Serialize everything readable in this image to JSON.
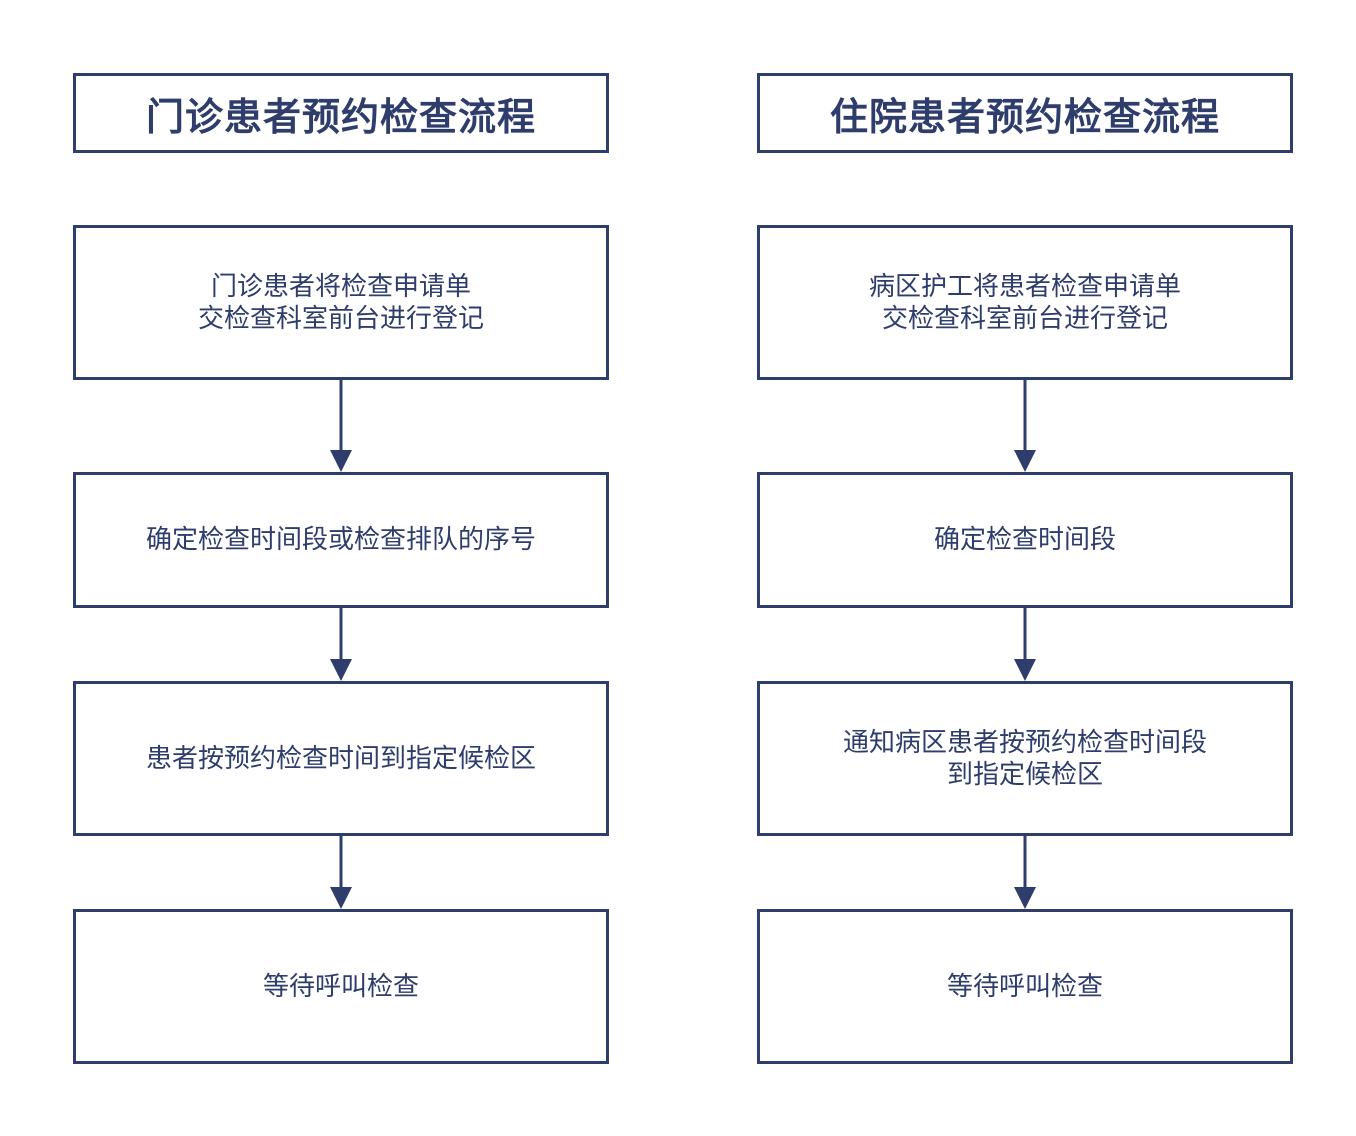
{
  "colors": {
    "stroke": "#2e3d6b",
    "text": "#2e3d6b",
    "background": "#ffffff"
  },
  "outpatient": {
    "title": "门诊患者预约检查流程",
    "steps": [
      {
        "lines": [
          "门诊患者将检查申请单",
          "交检查科室前台进行登记"
        ]
      },
      {
        "lines": [
          "确定检查时间段或检查排队的序号"
        ]
      },
      {
        "lines": [
          "患者按预约检查时间到指定候检区"
        ]
      },
      {
        "lines": [
          "等待呼叫检查"
        ]
      }
    ]
  },
  "inpatient": {
    "title": "住院患者预约检查流程",
    "steps": [
      {
        "lines": [
          "病区护工将患者检查申请单",
          "交检查科室前台进行登记"
        ]
      },
      {
        "lines": [
          "确定检查时间段"
        ]
      },
      {
        "lines": [
          "通知病区患者按预约检查时间段",
          "到指定候检区"
        ]
      },
      {
        "lines": [
          "等待呼叫检查"
        ]
      }
    ]
  }
}
